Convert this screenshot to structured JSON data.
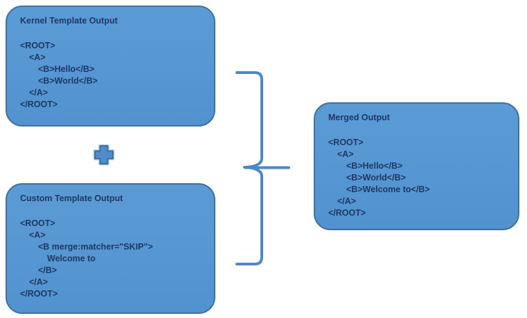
{
  "colors": {
    "box_fill": "#5B9BD5",
    "box_border": "#41719C",
    "text": "#1F3864",
    "brace": "#4E86C8",
    "plus_fill": "#4F8CCB",
    "background": "#FFFFFF"
  },
  "boxes": {
    "kernel": {
      "title": "Kernel Template Output",
      "lines": [
        {
          "indent": 0,
          "text": "<ROOT>"
        },
        {
          "indent": 1,
          "text": "<A>"
        },
        {
          "indent": 2,
          "text": "<B>Hello</B>"
        },
        {
          "indent": 2,
          "text": "<B>World</B>"
        },
        {
          "indent": 1,
          "text": "</A>"
        },
        {
          "indent": 0,
          "text": "</ROOT>"
        }
      ]
    },
    "custom": {
      "title": "Custom Template Output",
      "lines": [
        {
          "indent": 0,
          "text": "<ROOT>"
        },
        {
          "indent": 1,
          "text": "<A>"
        },
        {
          "indent": 2,
          "text": "<B merge:matcher=\"SKIP\">"
        },
        {
          "indent": 3,
          "text": "Welcome to"
        },
        {
          "indent": 2,
          "text": "</B>"
        },
        {
          "indent": 1,
          "text": "</A>"
        },
        {
          "indent": 0,
          "text": "</ROOT>"
        }
      ]
    },
    "merged": {
      "title": "Merged Output",
      "lines": [
        {
          "indent": 0,
          "text": "<ROOT>"
        },
        {
          "indent": 1,
          "text": "<A>"
        },
        {
          "indent": 2,
          "text": "<B>Hello</B>"
        },
        {
          "indent": 2,
          "text": "<B>World</B>"
        },
        {
          "indent": 2,
          "text": "<B>Welcome to</B>"
        },
        {
          "indent": 1,
          "text": "</A>"
        },
        {
          "indent": 0,
          "text": "</ROOT>"
        }
      ]
    }
  },
  "operators": {
    "plus": "plus",
    "brace": "right-curly-brace"
  }
}
